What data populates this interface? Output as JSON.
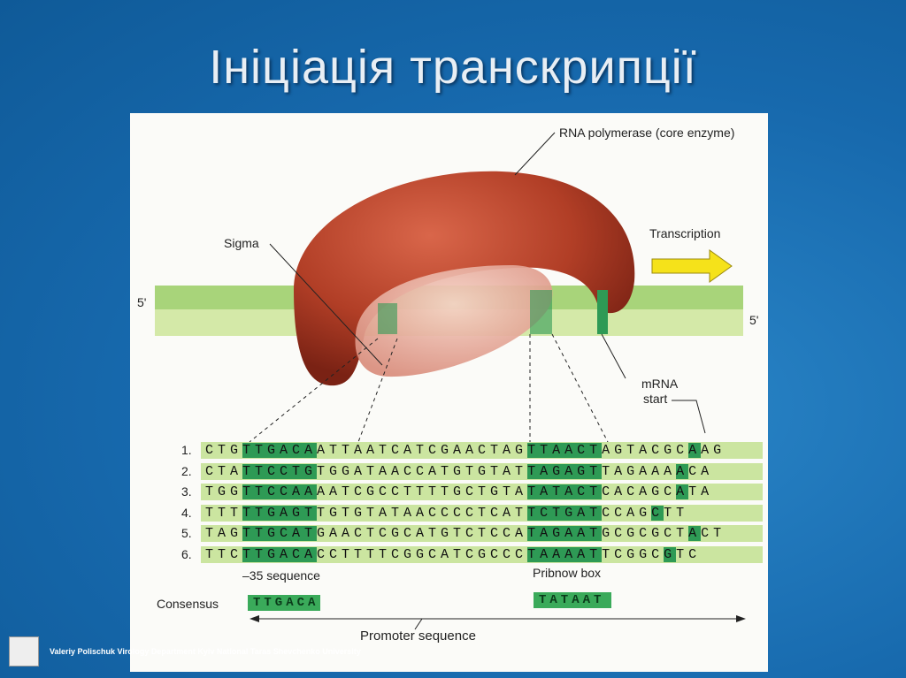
{
  "title": "Ініціація транскрипції",
  "diagram": {
    "polymerase_label": "RNA polymerase (core enzyme)",
    "sigma_label": "Sigma",
    "transcription_label": "Transcription",
    "five_prime_top": "5'",
    "five_prime_bottom": "5'",
    "mrna_start_label": "mRNA\nstart",
    "mrna_label": "mRNA",
    "start_label": "start",
    "minus35_label": "–35 sequence",
    "pribnow_label": "Pribnow box",
    "consensus_label": "Consensus",
    "consensus_35": "TTGACA",
    "consensus_10": "TATAAT",
    "promoter_label": "Promoter sequence",
    "colors": {
      "polymerase": "#b8452b",
      "sigma": "#e8a89a",
      "dna": "#b6d98a",
      "box": "#2e9a55",
      "arrow": "#f5e21a"
    },
    "rows": [
      {
        "num": "1.",
        "pre": "CTG",
        "box35": "TTGACA",
        "mid": "ATTAATCATCGAACTAG",
        "box10": "TTAACT",
        "post": "AGTACGC",
        "start": "A",
        "end": "AG"
      },
      {
        "num": "2.",
        "pre": "CTA",
        "box35": "TTCCTG",
        "mid": "TGGATAACCATGTGTAT",
        "box10": "TAGAGT",
        "post": "TAGAAA",
        "start": "A",
        "end": "CA"
      },
      {
        "num": "3.",
        "pre": "TGG",
        "box35": "TTCCAA",
        "mid": "AATCGCCTTTTGCTGTA",
        "box10": "TATACT",
        "post": "CACAGC",
        "start": "A",
        "end": "TA"
      },
      {
        "num": "4.",
        "pre": "TTT",
        "box35": "TTGAGT",
        "mid": "TGTGTATAACCCCTCAT",
        "box10": "TCTGAT",
        "post": "CCAG",
        "start": "C",
        "end": "TT"
      },
      {
        "num": "5.",
        "pre": "TAG",
        "box35": "TTGCAT",
        "mid": "GAACTCGCATGTCTCCA",
        "box10": "TAGAAT",
        "post": "GCGCGCT",
        "start": "A",
        "end": "CT"
      },
      {
        "num": "6.",
        "pre": "TTC",
        "box35": "TTGACA",
        "mid": "CCTTTTCGGCATCGCCC",
        "box10": "TAAAAT",
        "post": "TCGGC",
        "start": "G",
        "end": "TC"
      }
    ]
  },
  "footer": {
    "text": "Valeriy Polischuk   Virology Department Kyiv National Taras Shevchenko University"
  }
}
